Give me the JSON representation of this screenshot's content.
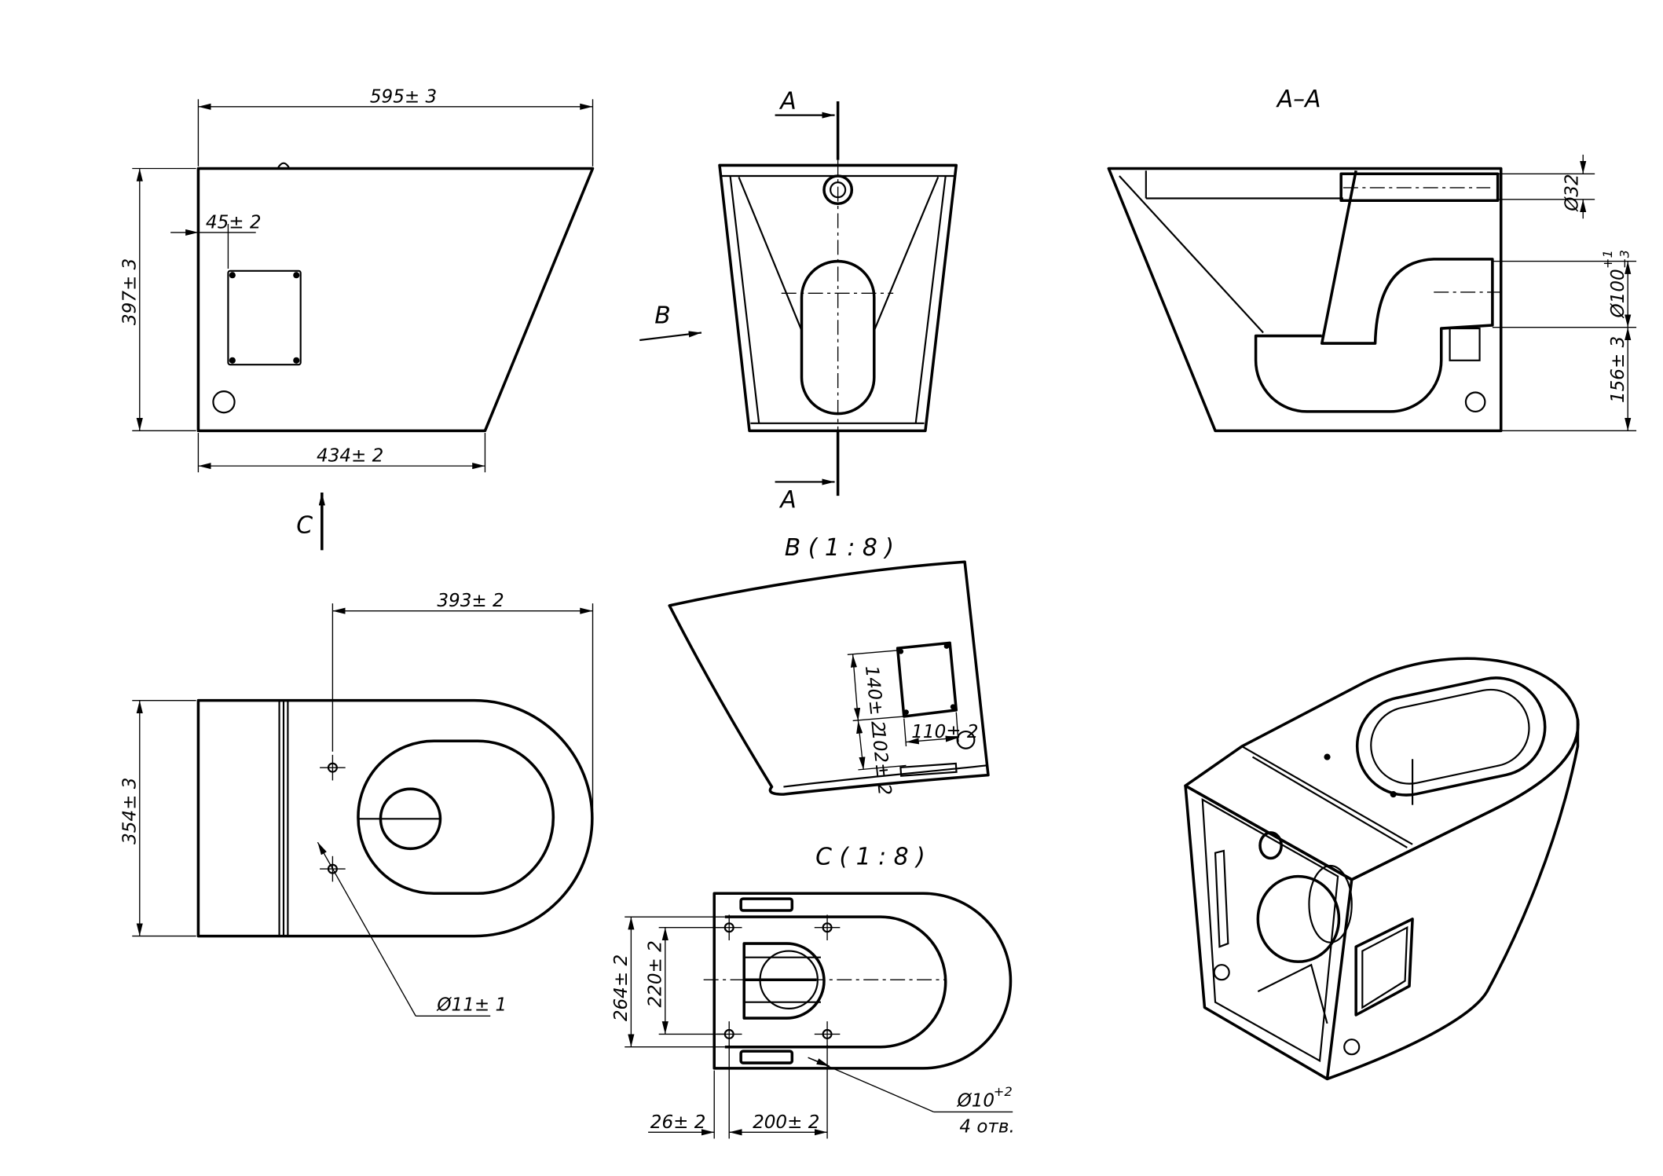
{
  "front_view": {
    "dim_width_top": "595± 3",
    "dim_height": "397± 3",
    "dim_panel_offset": "45± 2",
    "dim_width_bottom": "434± 2",
    "view_arrow_c": "C"
  },
  "side_view": {
    "section_a_top": "A",
    "section_a_bottom": "A",
    "view_arrow_b": "B"
  },
  "section_aa": {
    "title": "A–A",
    "dim_pipe_small": "Ø32",
    "dim_pipe_large": "Ø100",
    "dim_pipe_large_tol_upper": "+1",
    "dim_pipe_large_tol_lower": "−3",
    "dim_outlet_height": "156± 3"
  },
  "top_view": {
    "dim_hole_to_front": "393± 2",
    "dim_depth": "354± 3",
    "dim_hole_diameter": "Ø11± 1"
  },
  "view_b": {
    "title": "B ( 1 : 8 )",
    "dim_panel_height": "140± 2",
    "dim_panel_elevation": "102± 2",
    "dim_panel_width": "110± 2"
  },
  "view_c": {
    "title": "C ( 1 : 8 )",
    "dim_outer_span": "264± 2",
    "dim_hole_span": "220± 2",
    "dim_edge_offset": "26± 2",
    "dim_hole_pitch": "200± 2",
    "dim_hole_diameter": "Ø10",
    "dim_hole_tol": "+2",
    "hole_count": "4 отв."
  }
}
